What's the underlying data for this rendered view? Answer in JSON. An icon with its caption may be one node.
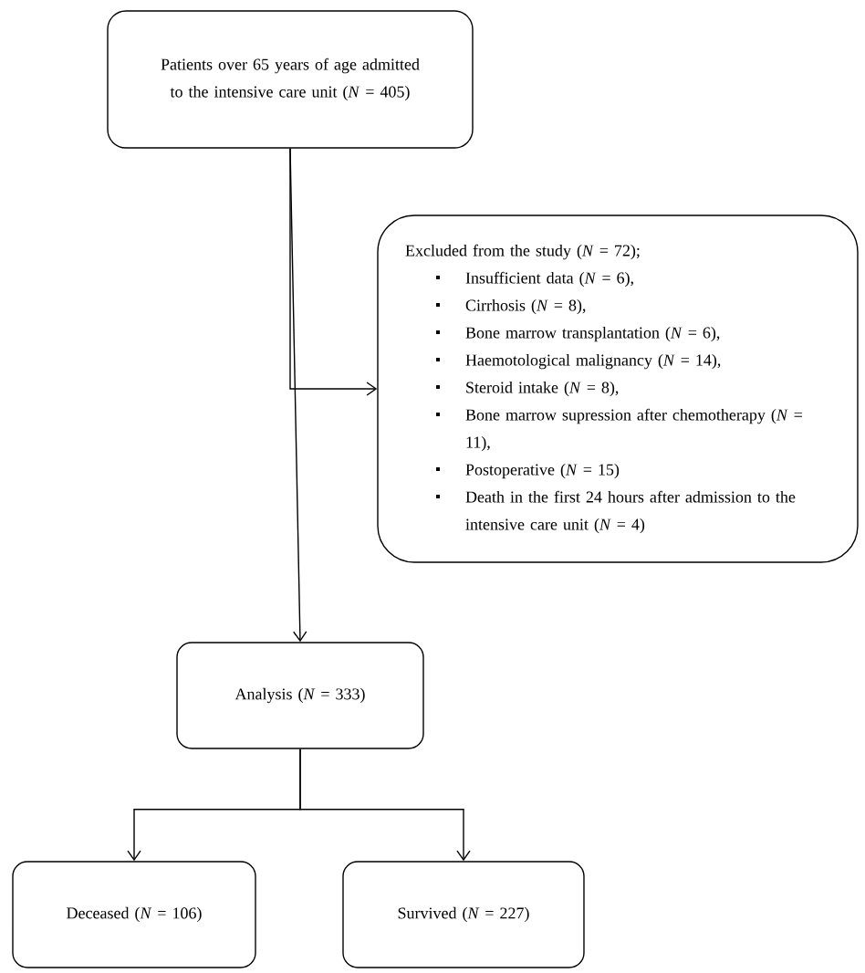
{
  "diagram": {
    "nodes": [
      {
        "text": [
          "Patients over 65 years of age admitted to the intensive care unit (*N* = 405)"
        ]
      },
      {
        "text": [
          "Excluded from the study (*N* = 72);",
          "Insufficient data (*N* = 6),",
          "Cirrhosis (*N* = 8),",
          "Bone marrow transplantation (*N* = 6),",
          "Haemotological malignancy (*N* = 14),",
          "Steroid intake (*N* = 8),",
          "Bone marrow supression after chemotherapy (*N* = 11),",
          "Postoperative (*N* = 15)",
          "Death in the first 24 hours after admission to the intensive care unit (*N* = 4)"
        ]
      },
      {
        "text": [
          "Analysis (*N* = 333)"
        ]
      },
      {
        "text": [
          "Deceased (*N* = 106)"
        ]
      },
      {
        "text": [
          "Survived (*N* = 227)"
        ]
      }
    ],
    "edges": [
      {
        "from": 0,
        "to": 2,
        "arrow": "to"
      },
      {
        "from": 0,
        "to": 1,
        "arrow": "to"
      },
      {
        "from": 2,
        "to": 3,
        "arrow": "to"
      },
      {
        "from": 2,
        "to": 4,
        "arrow": "to"
      }
    ]
  }
}
